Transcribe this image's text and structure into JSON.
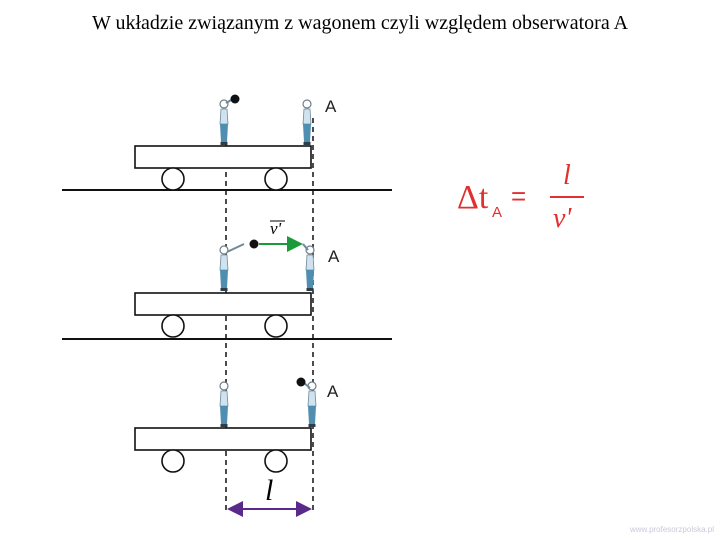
{
  "title": "W układzie związanym z wagonem czyli względem obserwatora A",
  "observer_label": "A",
  "distance_label": "l",
  "velocity_label": "v'",
  "formula": {
    "delta": "Δt",
    "subscript": "A",
    "equals": "=",
    "numerator": "l",
    "denominator": "v'"
  },
  "watermark": "www.profesorzpolska.pl",
  "colors": {
    "velocity_arrow": "#1a9a3a",
    "distance_arrow": "#5a2a8a",
    "formula": "#e03030",
    "person_shirt": "#cfe2ee",
    "person_pants": "#4f8eb0"
  }
}
